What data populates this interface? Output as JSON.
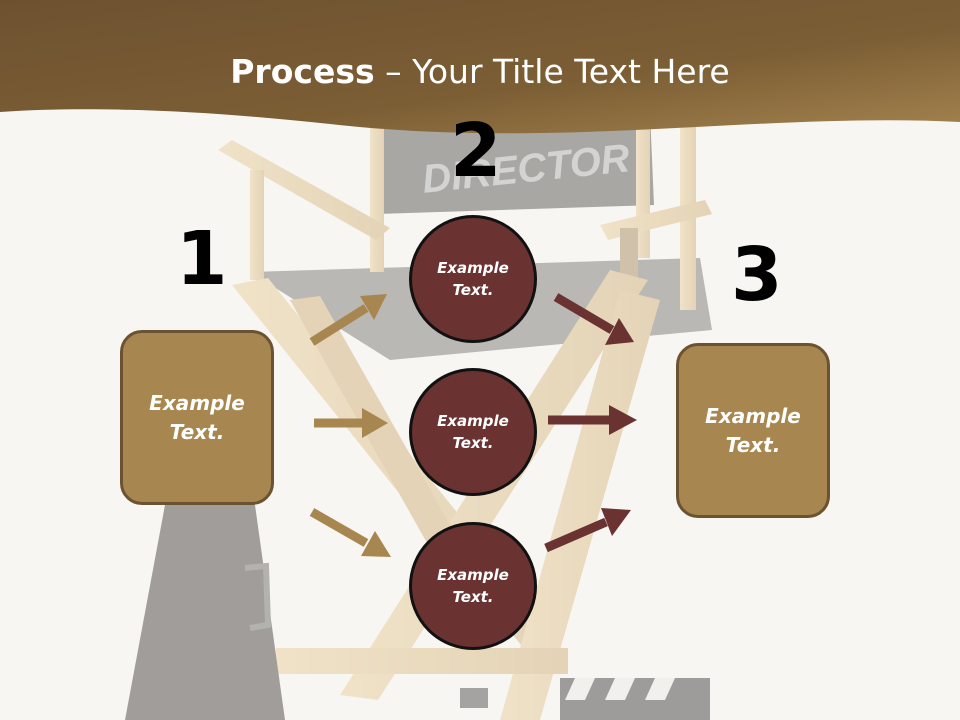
{
  "title": {
    "bold": "Process",
    "rest": " – Your Title Text Here"
  },
  "background": {
    "chair_back_text": "DIRECTOR"
  },
  "steps": [
    {
      "number": "1",
      "line1": "Example",
      "line2": "Text."
    },
    {
      "number": "2"
    },
    {
      "number": "3",
      "line1": "Example",
      "line2": "Text."
    }
  ],
  "circles": [
    {
      "line1": "Example",
      "line2": "Text."
    },
    {
      "line1": "Example",
      "line2": "Text."
    },
    {
      "line1": "Example",
      "line2": "Text."
    }
  ],
  "colors": {
    "header": "#7a5c33",
    "box_fill": "#a88650",
    "circle_fill": "#6a3331",
    "arrow_left": "#a88650",
    "arrow_right": "#6a3331"
  }
}
